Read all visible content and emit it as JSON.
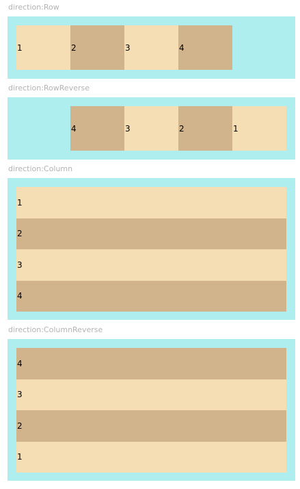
{
  "sections": [
    {
      "label": "direction:Row",
      "items": [
        "1",
        "2",
        "3",
        "4"
      ]
    },
    {
      "label": "direction:RowReverse",
      "items": [
        "1",
        "2",
        "3",
        "4"
      ]
    },
    {
      "label": "direction:Column",
      "items": [
        "1",
        "2",
        "3",
        "4"
      ]
    },
    {
      "label": "direction:ColumnReverse",
      "items": [
        "1",
        "2",
        "3",
        "4"
      ]
    }
  ],
  "colors": {
    "container_background": "#afeeee",
    "item_light": "#f5deb3",
    "item_dark": "#d2b48c",
    "label_text": "#b3b3b3"
  }
}
